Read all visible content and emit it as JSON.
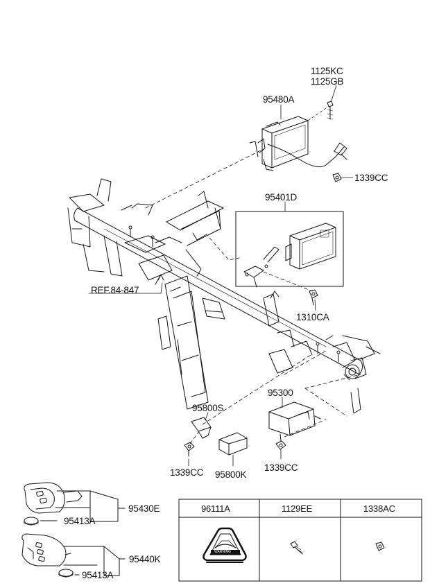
{
  "labels": {
    "p1125kc": "1125KC",
    "p1125gb": "1125GB",
    "p95480a": "95480A",
    "p1339cc_top": "1339CC",
    "p95401d": "95401D",
    "p1310ca": "1310CA",
    "ref": "REF.84-847",
    "p95300": "95300",
    "p95800s": "95800S",
    "p1339cc_left": "1339CC",
    "p95800k": "95800K",
    "p1339cc_right": "1339CC",
    "p95430e": "95430E",
    "p95413a_1": "95413A",
    "p95440k": "95440K",
    "p95413a_2": "95413A"
  },
  "table": {
    "headers": [
      "96111A",
      "1129EE",
      "1338AC"
    ],
    "warning_label_text": "WARNING"
  },
  "colors": {
    "ink": "#111111",
    "background": "#ffffff"
  }
}
